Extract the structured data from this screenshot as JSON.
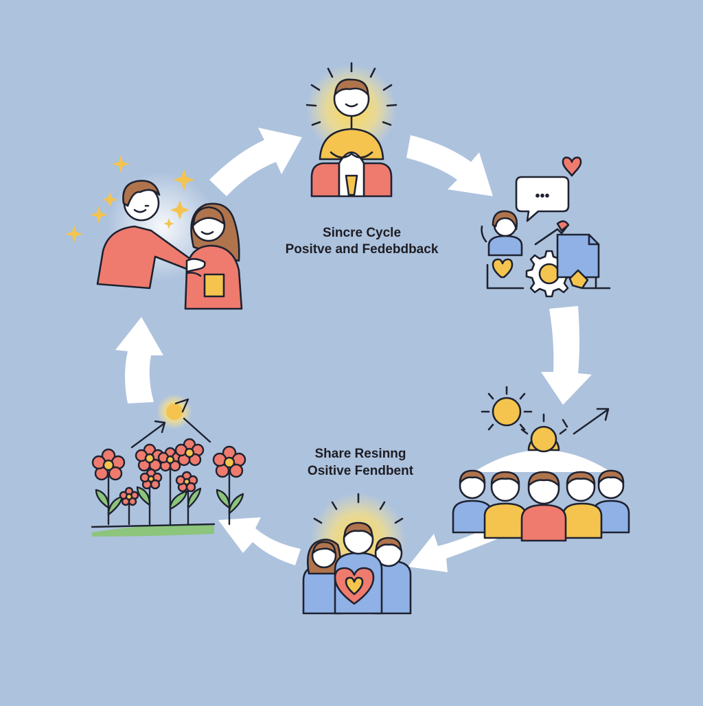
{
  "diagram": {
    "title_line1": "Sincre Cycle",
    "title_line2": "Positve and Fedebdback",
    "subtitle_line1": "Share Resinng",
    "subtitle_line2": "Ositive Fendbent",
    "speech_bubble_text": "•••",
    "colors": {
      "background": "#adc2dd",
      "outline": "#1e2230",
      "coral": "#ef7b6e",
      "yellow": "#f4c44e",
      "blue": "#8fb1e6",
      "hair": "#b0744d",
      "skin": "#ffffff",
      "leaf": "#8cc57b"
    },
    "nodes": [
      {
        "name": "calm-meditating-person",
        "icon": "person-glow-icon"
      },
      {
        "name": "feedback-exchange",
        "icon": "speech-bubble-gear-icon"
      },
      {
        "name": "sunlit-team",
        "icon": "group-sun-icon"
      },
      {
        "name": "family-heart",
        "icon": "family-heart-icon"
      },
      {
        "name": "growing-flowers",
        "icon": "flowers-growth-icon"
      },
      {
        "name": "supportive-couple",
        "icon": "couple-sparkles-icon"
      }
    ]
  }
}
